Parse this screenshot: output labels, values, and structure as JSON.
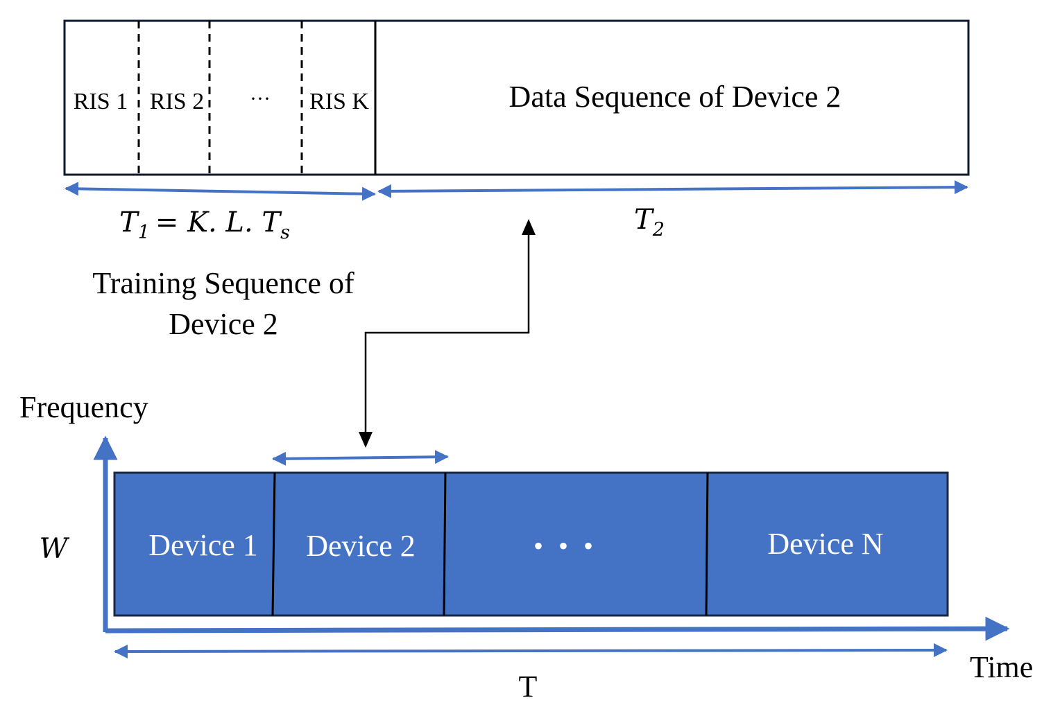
{
  "colors": {
    "accent_blue": "#4472C4",
    "device_fill": "#4472C4",
    "stroke": "#0d1a2e",
    "text": "#000000",
    "text_on_blue": "#ffffff"
  },
  "frame": {
    "segments": [
      "RIS 1",
      "RIS 2",
      "···",
      "RIS K"
    ],
    "data_label": "Data Sequence of Device 2"
  },
  "durations": {
    "t1_lhs": "T",
    "t1_lhs_sub": "1",
    "t1_rhs": "= K. L. T",
    "t1_rhs_sub": "s",
    "t2": "T",
    "t2_sub": "2"
  },
  "training": {
    "line1": "Training Sequence of",
    "line2": "Device 2"
  },
  "axes": {
    "y_label": "Frequency",
    "x_label": "Time",
    "bandwidth_label": "W",
    "period_label": "T"
  },
  "devices": [
    "Device 1",
    "Device 2",
    "• • •",
    "Device N"
  ]
}
